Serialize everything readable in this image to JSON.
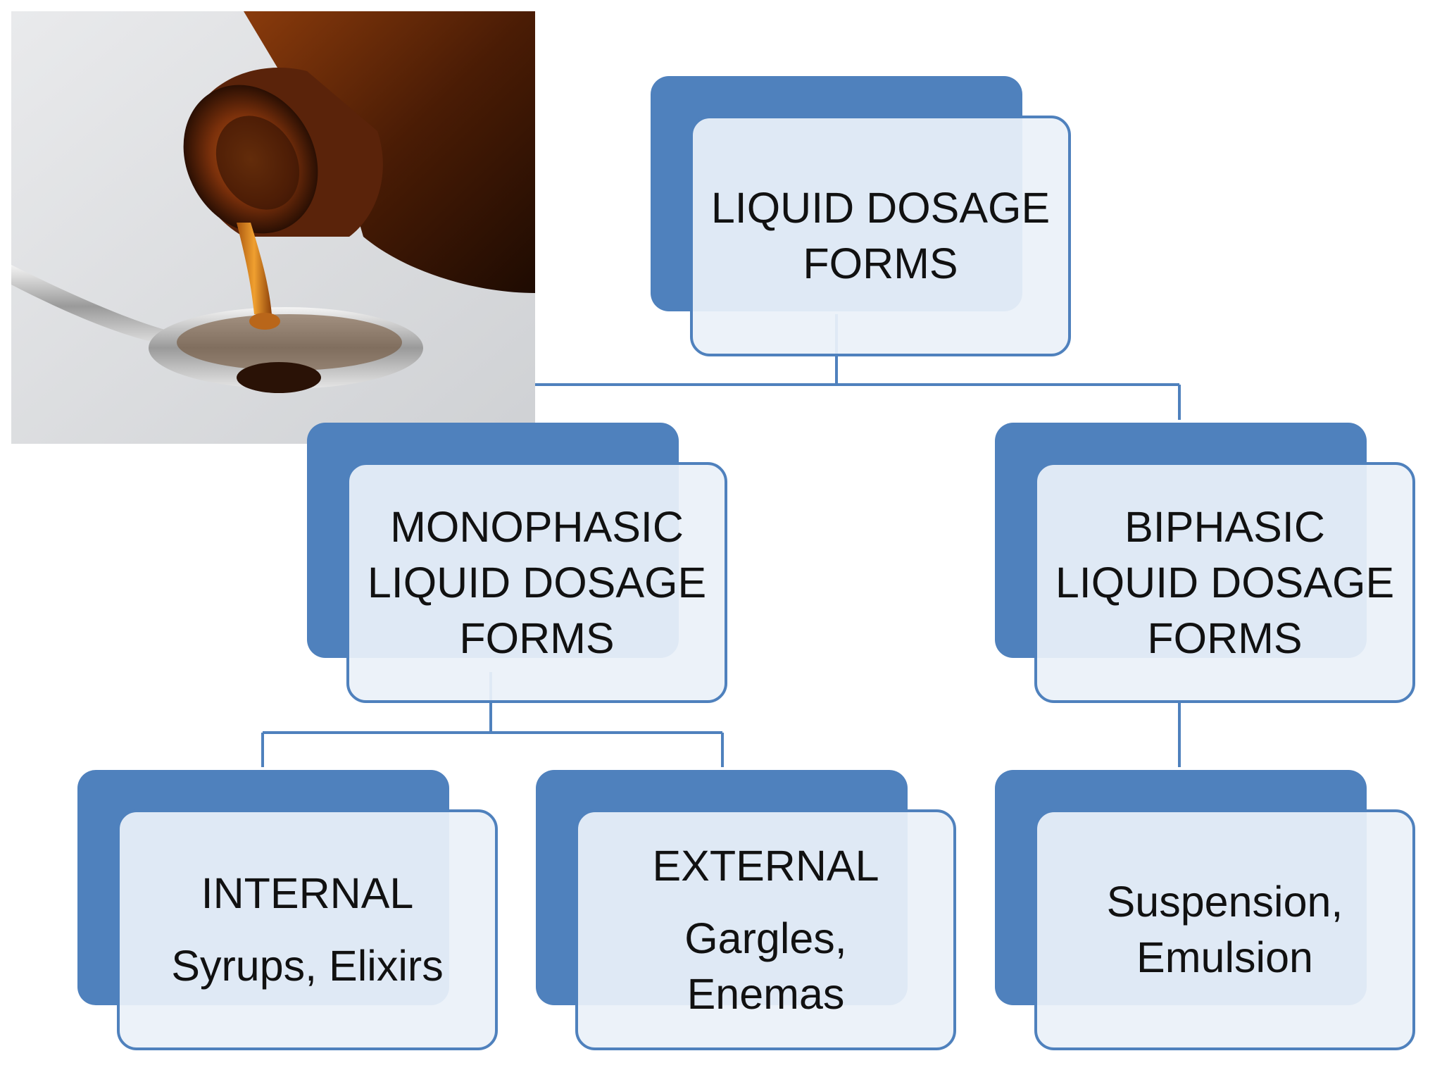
{
  "image": {
    "name": "syrup-pouring-photo"
  },
  "nodes": {
    "root": {
      "lines": [
        "LIQUID DOSAGE",
        "FORMS"
      ]
    },
    "monophasic": {
      "lines": [
        "MONOPHASIC",
        "LIQUID DOSAGE",
        "FORMS"
      ]
    },
    "biphasic": {
      "lines": [
        "BIPHASIC",
        "LIQUID DOSAGE",
        "FORMS"
      ]
    },
    "internal": {
      "heading": "INTERNAL",
      "items": "Syrups, Elixirs"
    },
    "external": {
      "heading": "EXTERNAL",
      "items_line1": "Gargles,",
      "items_line2": "Enemas"
    },
    "biphasic_types": {
      "lines": [
        "Suspension,",
        "Emulsion"
      ]
    }
  },
  "colors": {
    "accent": "#4f81bd",
    "box_fill": "#ebf1f9",
    "text": "#111111"
  }
}
